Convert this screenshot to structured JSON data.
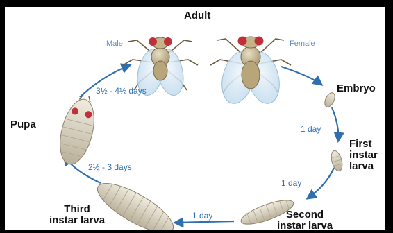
{
  "title": "Adult",
  "sexes": {
    "male": "Male",
    "female": "Female"
  },
  "stages": {
    "embryo": "Embryo",
    "first_instar": [
      "First",
      "instar",
      "larva"
    ],
    "second_instar": [
      "Second",
      "instar larva"
    ],
    "third_instar": [
      "Third",
      "instar larva"
    ],
    "pupa": "Pupa"
  },
  "durations": {
    "embryo_to_first": "1 day",
    "first_to_second": "1 day",
    "second_to_third": "1 day",
    "third_to_pupa": "2½ - 3 days",
    "pupa_to_adult": "3½ - 4½ days"
  },
  "colors": {
    "arrow": "#2f6fb0",
    "frame": "#000000",
    "background": "#ffffff",
    "eye": "#c0303a"
  }
}
